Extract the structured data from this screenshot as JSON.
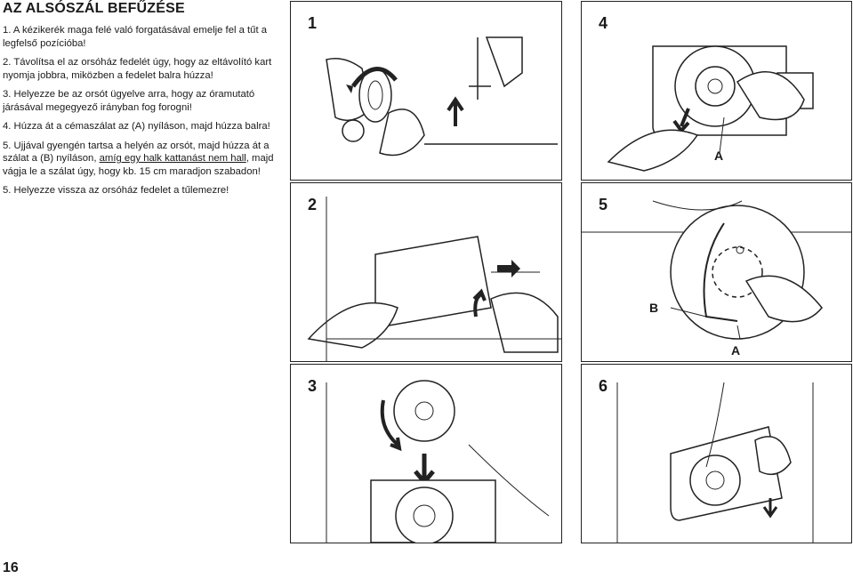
{
  "title": "AZ ALSÓSZÁL BEFŰZÉSE",
  "steps": [
    "1. A kézikerék maga felé való forgatásával emelje fel a tűt a legfelső pozícióba!",
    "2. Távolítsa el az orsóház fedelét úgy, hogy az eltávolító kart nyomja jobbra, miközben a fedelet balra húzza!",
    "3. Helyezze be az orsót ügyelve arra, hogy az óramutató járásával megegyező irányban fog forogni!",
    "4. Húzza át a cémaszálat az (A) nyíláson, majd húzza balra!"
  ],
  "step5": {
    "before": "5. Ujjával gyengén tartsa a helyén az orsót, majd húzza át a szálat a (B) nyíláson, ",
    "underlined": "amíg egy halk kattanást nem hall",
    "after": ", majd vágja le a szálat úgy, hogy kb. 15 cm maradjon szabadon!"
  },
  "step6": "5. Helyezze vissza az orsóház fedelet a tűlemezre!",
  "page_number": "16",
  "panels": {
    "p1": {
      "number": "1"
    },
    "p2": {
      "number": "2"
    },
    "p3": {
      "number": "3"
    },
    "p4": {
      "number": "4",
      "label_a": "A"
    },
    "p5": {
      "number": "5",
      "label_b": "B",
      "label_a": "A"
    },
    "p6": {
      "number": "6"
    }
  }
}
